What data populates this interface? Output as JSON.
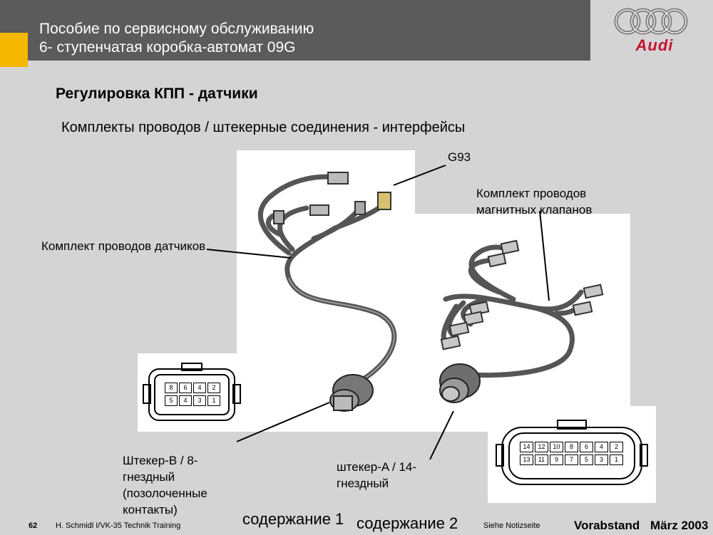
{
  "header": {
    "line1": "Пособие по сервисному обслуживанию",
    "line2": "6- ступенчатая коробка-автомат 09G",
    "logo_text": "Audi"
  },
  "title": "Регулировка КПП -  датчики",
  "subtitle": "Комплекты проводов / штекерные соединения - интерфейсы",
  "labels": {
    "g93": "G93",
    "valve_harness_1": "Комплект проводов",
    "valve_harness_2": "магнитных клапанов",
    "sensor_harness": "Комплект проводов датчиков",
    "plug_b_1": "Штекер-B / 8-",
    "plug_b_2": "гнездный",
    "plug_b_3": "(позолоченные",
    "plug_b_4": "контакты)",
    "plug_a_1": "штекер-A / 14-",
    "plug_a_2": "гнездный"
  },
  "connector_b": {
    "top_pins": [
      "8",
      "6",
      "4",
      "2"
    ],
    "bottom_pins": [
      "5",
      "4",
      "3",
      "1"
    ]
  },
  "connector_a": {
    "top_pins": [
      "14",
      "12",
      "10",
      "8",
      "6",
      "4",
      "2"
    ],
    "bottom_pins": [
      "13",
      "11",
      "9",
      "7",
      "5",
      "3",
      "1"
    ]
  },
  "footer": {
    "page_number": "62",
    "author": "H. Schmidl I/VK-35  Technik Training",
    "link1": "содержание 1",
    "link2": "содержание 2",
    "notes": "Siehe Notizseite",
    "status": "Vorabstand",
    "date": "März 2003"
  }
}
